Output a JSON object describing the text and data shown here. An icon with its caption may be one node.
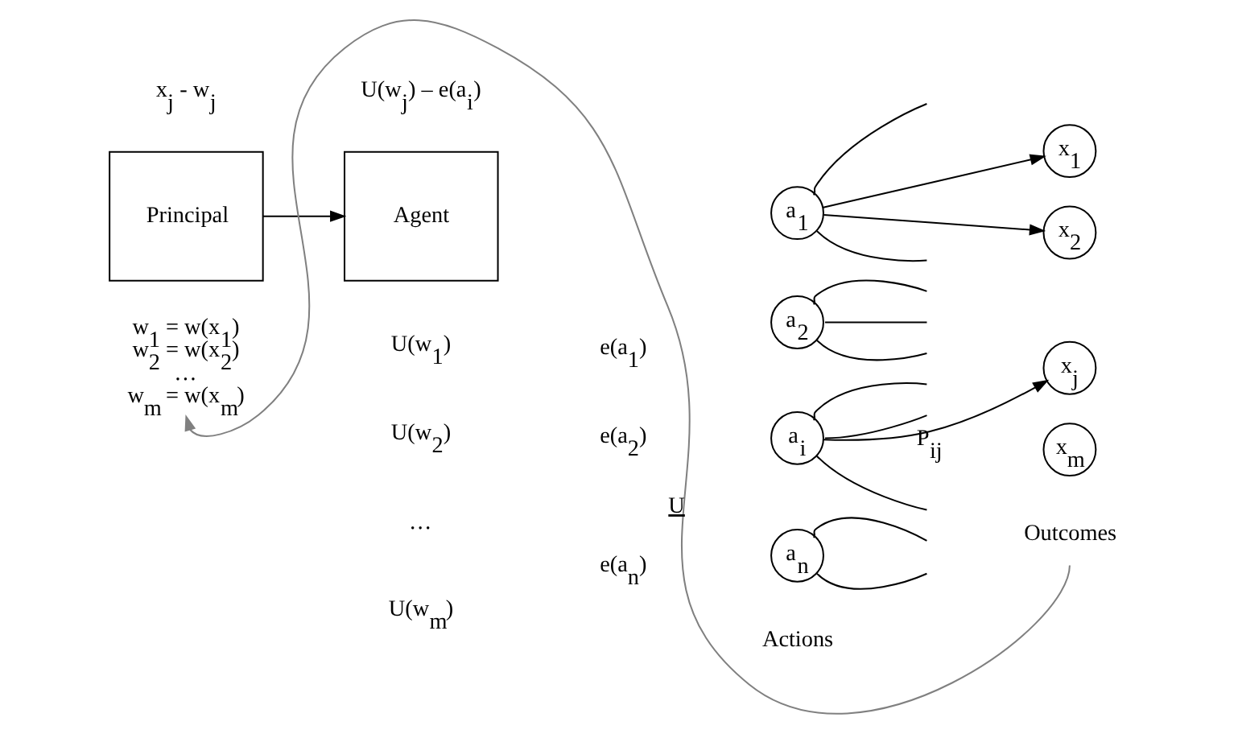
{
  "diagram": {
    "nodes": [
      {
        "text": [
          "Principal"
        ],
        "beside": [
          "x$_{j}$ - w$_{j}$"
        ]
      },
      {
        "text": [
          "Agent"
        ],
        "beside": [
          "U(w$_{j}$) – e(a$_{i}$)"
        ]
      },
      {
        "text": [
          "a$_{1}$"
        ]
      },
      {
        "text": [
          "a$_{2}$"
        ]
      },
      {
        "text": [
          "a$_{i}$"
        ]
      },
      {
        "text": [
          "a$_{n}$"
        ]
      },
      {
        "text": [
          "x$_{1}$"
        ]
      },
      {
        "text": [
          "x$_{2}$"
        ]
      },
      {
        "text": [
          "x$_{j}$"
        ]
      },
      {
        "text": [
          "x$_{m}$"
        ]
      },
      {
        "text": [
          "w$_{1}$ = w(x$_{1}$)",
          "w$_{2}$ = w(x$_{2}$)",
          "…",
          "w$_{m}$ = w(x$_{m}$)"
        ]
      },
      {
        "text": [
          "Outcomes"
        ]
      }
    ],
    "edges": [
      {
        "from": 0,
        "to": 1,
        "arrow": "to"
      },
      {
        "from": 2,
        "to": 6,
        "arrow": "to"
      },
      {
        "from": 2,
        "to": 7,
        "arrow": "to"
      },
      {
        "from": 2,
        "to": null,
        "arrow": "none"
      },
      {
        "from": 2,
        "to": null,
        "arrow": "none"
      },
      {
        "from": 3,
        "to": null,
        "arrow": "none"
      },
      {
        "from": 3,
        "to": null,
        "arrow": "none"
      },
      {
        "from": 3,
        "to": null,
        "arrow": "none"
      },
      {
        "from": 4,
        "to": null,
        "arrow": "none"
      },
      {
        "from": 4,
        "to": 8,
        "arrow": "to",
        "label": "P$_{ij}$"
      },
      {
        "from": 4,
        "to": null,
        "arrow": "none"
      },
      {
        "from": 4,
        "to": null,
        "arrow": "none"
      },
      {
        "from": 5,
        "to": null,
        "arrow": "none"
      },
      {
        "from": 5,
        "to": null,
        "arrow": "none"
      },
      {
        "from": 11,
        "to": 10,
        "arrow": "to",
        "label": "U",
        "color": "#808080"
      }
    ],
    "labels": [
      "U(w$_{1}$)",
      "e(a$_{1}$)",
      "U(w$_{2}$)",
      "e(a$_{2}$)",
      "…",
      "U(w$_{m}$)",
      "e(a$_{n}$)",
      "Actions"
    ]
  }
}
